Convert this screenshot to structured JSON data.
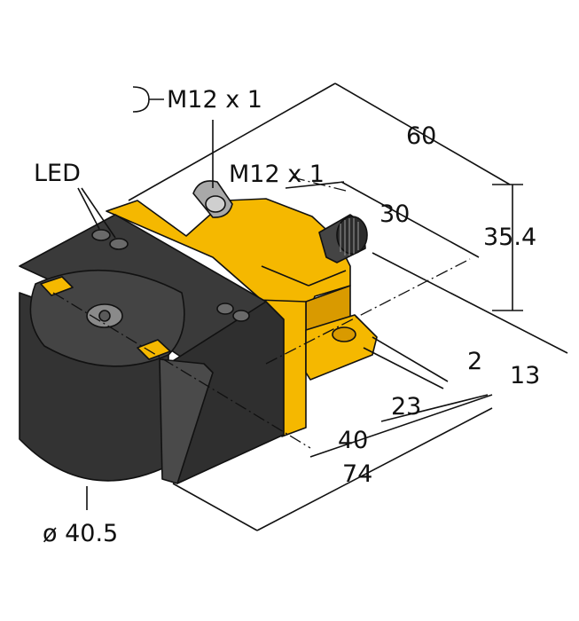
{
  "diagram": {
    "labels": {
      "led": "LED",
      "connector_top": "M12 x 1",
      "connector_side": "M12 x 1",
      "diameter": "ø 40.5"
    },
    "dimensions": {
      "d60": "60",
      "d30": "30",
      "d35_4": "35.4",
      "d13": "13",
      "d2": "2",
      "d23": "23",
      "d40": "40",
      "d74": "74"
    },
    "colors": {
      "housing_yellow": "#F5B800",
      "housing_yellow_shade": "#D99A00",
      "body_dark": "#3A3A3A",
      "body_darker": "#262626",
      "body_light": "#5A5A5A",
      "metal": "#A9A9A9",
      "line": "#111111"
    },
    "icons": [
      "connector-symbol-icon"
    ]
  }
}
